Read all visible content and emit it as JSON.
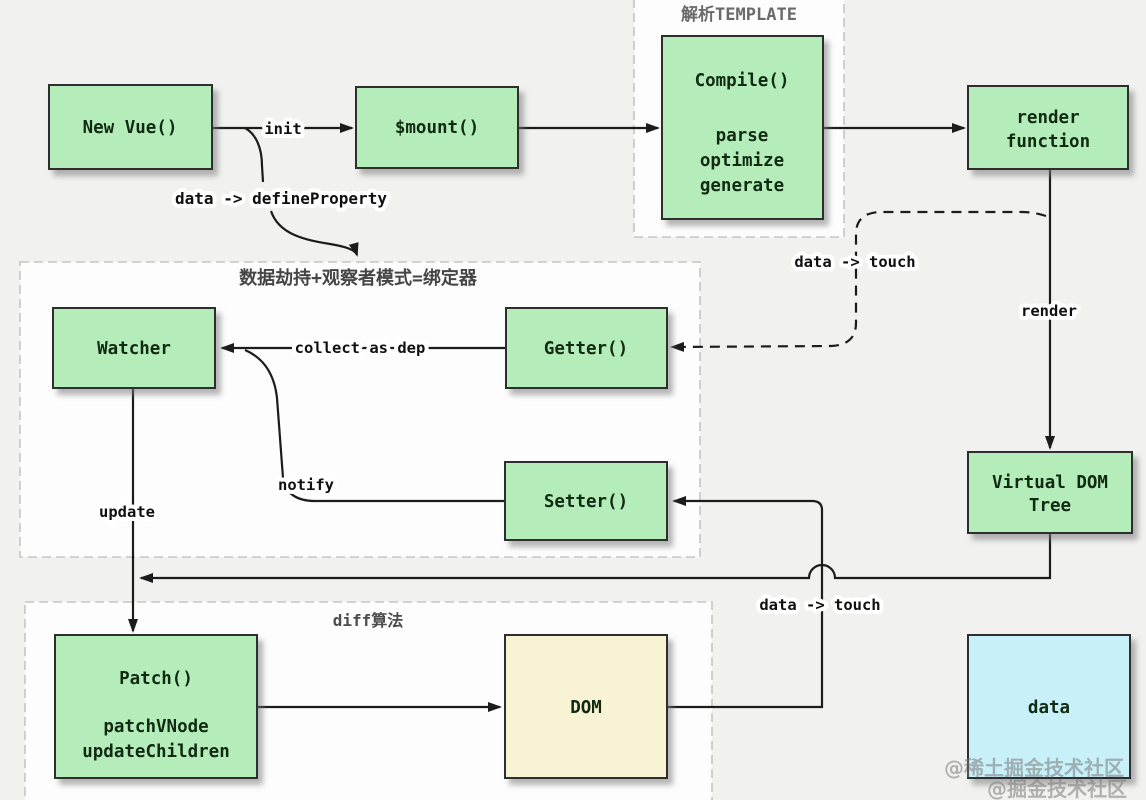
{
  "containers": {
    "template": {
      "label": "解析TEMPLATE"
    },
    "binder": {
      "label": "数据劫持+观察者模式=绑定器"
    },
    "diff": {
      "label": "diff算法"
    }
  },
  "nodes": {
    "new_vue": {
      "label": "New Vue()"
    },
    "mount": {
      "label": "$mount()"
    },
    "compile": {
      "lines": [
        "Compile()",
        "parse",
        "optimize",
        "generate"
      ]
    },
    "render_function": {
      "lines": [
        "render",
        "function"
      ]
    },
    "watcher": {
      "label": "Watcher"
    },
    "getter": {
      "label": "Getter()"
    },
    "setter": {
      "label": "Setter()"
    },
    "virtual_dom": {
      "lines": [
        "Virtual DOM",
        "Tree"
      ]
    },
    "patch": {
      "lines": [
        "Patch()",
        "patchVNode",
        "updateChildren"
      ]
    },
    "dom": {
      "label": "DOM"
    },
    "data": {
      "label": "data"
    }
  },
  "edge_labels": {
    "init": "init",
    "define_property": "data -> defineProperty",
    "data_touch_top": "data -> touch",
    "render": "render",
    "collect_as_dep": "collect as dep",
    "notify": "notify",
    "update": "update",
    "data_touch_bottom": "data -> touch"
  },
  "watermark": {
    "line1": "@稀土掘金技术社区",
    "line2": "@掘金技术社区"
  },
  "colors": {
    "node_green": "#b4edb9",
    "node_yellow": "#f8f3d2",
    "node_cyan": "#c7f0f8",
    "background": "#f1f1f0"
  }
}
